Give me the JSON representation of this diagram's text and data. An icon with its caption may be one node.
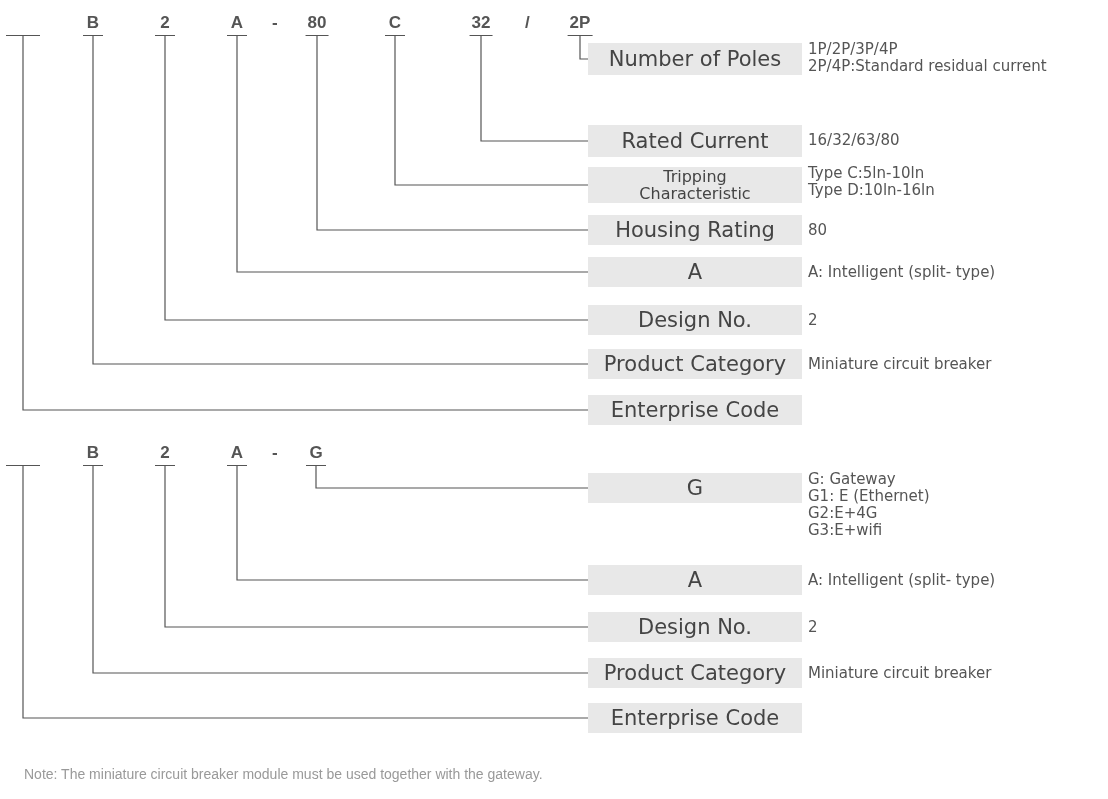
{
  "diagram": {
    "nodes": [
      {
        "text": [],
        "shape": "bar"
      },
      {
        "text": [
          "B"
        ]
      },
      {
        "text": [
          "2"
        ]
      },
      {
        "text": [
          "A"
        ]
      },
      {
        "text": [
          "80"
        ]
      },
      {
        "text": [
          "C"
        ]
      },
      {
        "text": [
          "32"
        ]
      },
      {
        "text": [
          "2P"
        ]
      },
      {
        "text": [
          "Number of Poles"
        ],
        "beside": [
          "1P/2P/3P/4P",
          "2P/4P:Standard residual current"
        ]
      },
      {
        "text": [
          "Rated Current"
        ],
        "beside": [
          "16/32/63/80"
        ]
      },
      {
        "text": [
          "Tripping Characteristic"
        ],
        "beside": [
          "Type C:5ln-10ln",
          "Type D:10ln-16ln"
        ]
      },
      {
        "text": [
          "Housing Rating"
        ],
        "beside": [
          "80"
        ]
      },
      {
        "text": [
          "A"
        ],
        "beside": [
          "A: Intelligent (split- type)"
        ]
      },
      {
        "text": [
          "Design No."
        ],
        "beside": [
          "2"
        ]
      },
      {
        "text": [
          "Product Category"
        ],
        "beside": [
          "Miniature circuit breaker"
        ]
      },
      {
        "text": [
          "Enterprise Code"
        ]
      },
      {
        "text": [],
        "shape": "bar"
      },
      {
        "text": [
          "B"
        ]
      },
      {
        "text": [
          "2"
        ]
      },
      {
        "text": [
          "A"
        ]
      },
      {
        "text": [
          "G"
        ]
      },
      {
        "text": [
          "G"
        ],
        "beside": [
          "G: Gateway",
          "G1: E (Ethernet)",
          "G2:E+4G",
          "G3:E+wifi"
        ]
      },
      {
        "text": [
          "A"
        ],
        "beside": [
          "A: Intelligent (split- type)"
        ]
      },
      {
        "text": [
          "Design No."
        ],
        "beside": [
          "2"
        ]
      },
      {
        "text": [
          "Product Category"
        ],
        "beside": [
          "Miniature circuit breaker"
        ]
      },
      {
        "text": [
          "Enterprise Code"
        ]
      }
    ],
    "edges": [
      {
        "from": 7,
        "to": 8,
        "arrow": "none"
      },
      {
        "from": 6,
        "to": 9,
        "arrow": "none"
      },
      {
        "from": 5,
        "to": 10,
        "arrow": "none"
      },
      {
        "from": 4,
        "to": 11,
        "arrow": "none"
      },
      {
        "from": 3,
        "to": 12,
        "arrow": "none"
      },
      {
        "from": 2,
        "to": 13,
        "arrow": "none"
      },
      {
        "from": 1,
        "to": 14,
        "arrow": "none"
      },
      {
        "from": 0,
        "to": 15,
        "arrow": "none"
      },
      {
        "from": 20,
        "to": 21,
        "arrow": "none"
      },
      {
        "from": 19,
        "to": 22,
        "arrow": "none"
      },
      {
        "from": 18,
        "to": 23,
        "arrow": "none"
      },
      {
        "from": 17,
        "to": 24,
        "arrow": "none"
      },
      {
        "from": 16,
        "to": 25,
        "arrow": "none"
      }
    ],
    "labels": [
      "-",
      "/",
      "-",
      "Note: The miniature circuit breaker module must be used together with the gateway."
    ]
  }
}
